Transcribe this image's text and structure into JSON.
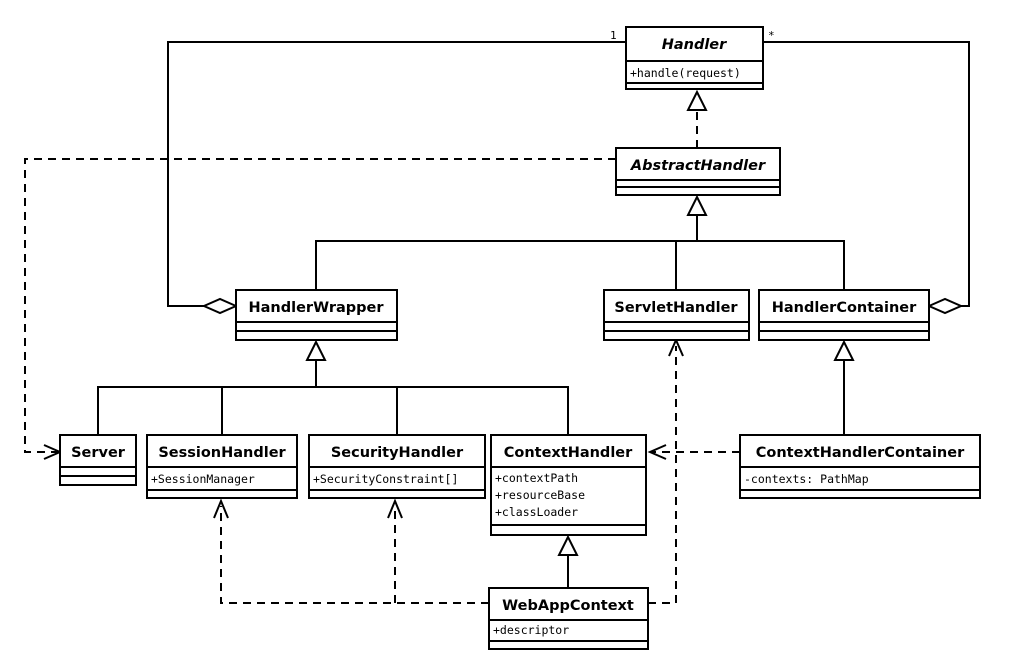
{
  "classes": {
    "handler": {
      "name": "Handler",
      "members": [
        "+handle(request)"
      ]
    },
    "abstract_handler": {
      "name": "AbstractHandler",
      "members": []
    },
    "handler_wrapper": {
      "name": "HandlerWrapper",
      "members": []
    },
    "servlet_handler": {
      "name": "ServletHandler",
      "members": []
    },
    "handler_container": {
      "name": "HandlerContainer",
      "members": []
    },
    "server": {
      "name": "Server",
      "members": []
    },
    "session_handler": {
      "name": "SessionHandler",
      "members": [
        "+SessionManager"
      ]
    },
    "security_handler": {
      "name": "SecurityHandler",
      "members": [
        "+SecurityConstraint[]"
      ]
    },
    "context_handler": {
      "name": "ContextHandler",
      "members": [
        "+contextPath",
        "+resourceBase",
        "+classLoader"
      ]
    },
    "context_handler_container": {
      "name": "ContextHandlerContainer",
      "members": [
        "-contexts: PathMap"
      ]
    },
    "web_app_context": {
      "name": "WebAppContext",
      "members": [
        "+descriptor"
      ]
    }
  },
  "multiplicities": {
    "wrapper_to_handler": "1",
    "container_to_handler": "*"
  }
}
